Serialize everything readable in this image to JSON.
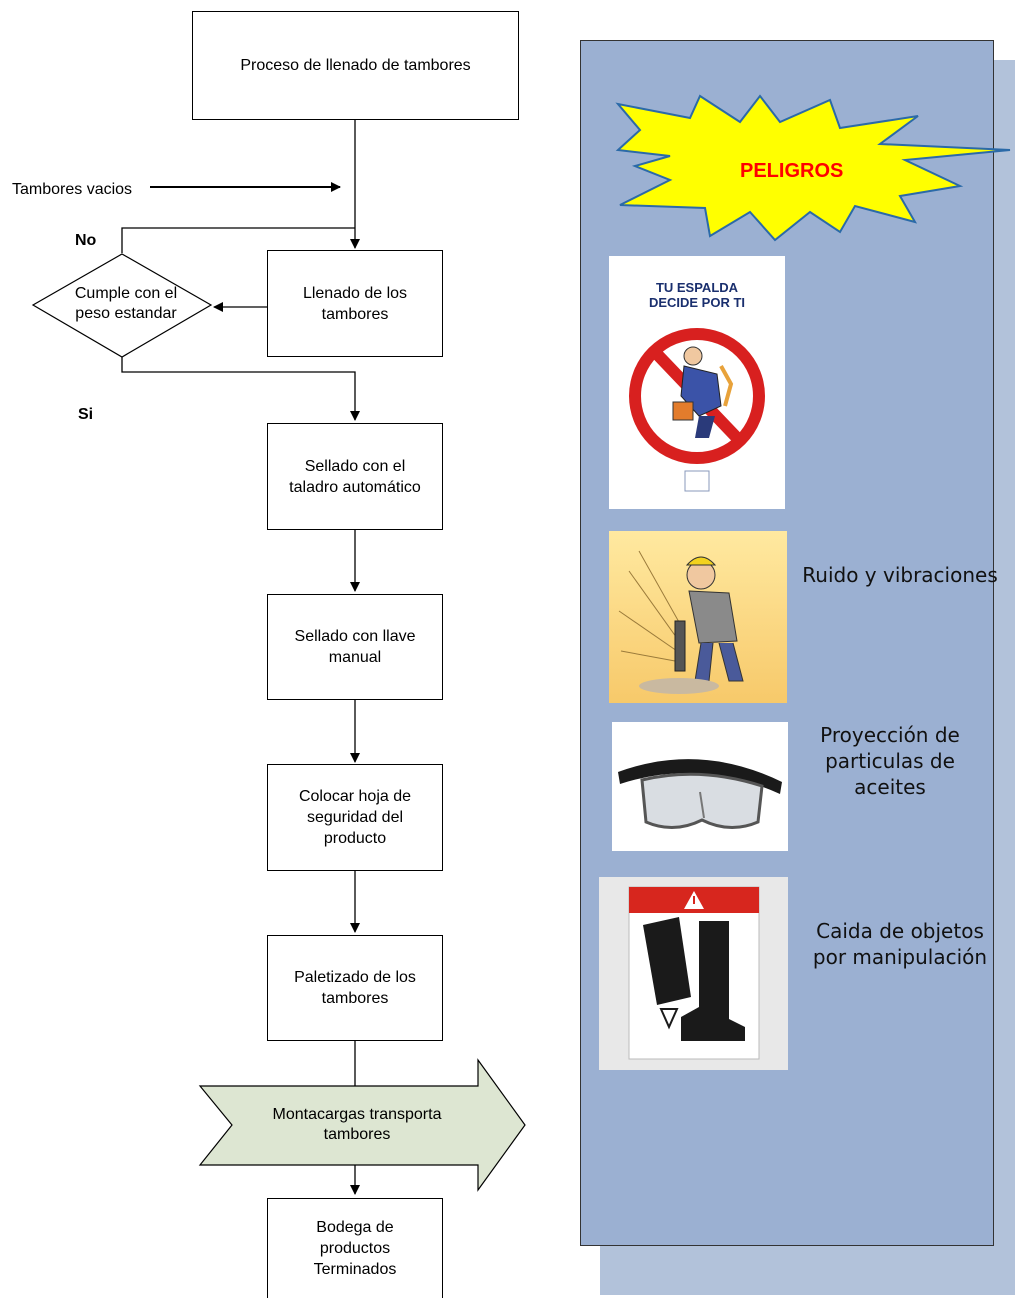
{
  "flow": {
    "start": "Proceso de llenado de tambores",
    "input_label": "Tambores vacios",
    "fill_step": "Llenado de los\ntambores",
    "decision": "Cumple con el\npeso estandar",
    "no_label": "No",
    "yes_label": "Si",
    "seal_drill": "Sellado con el\ntaladro automático",
    "seal_key": "Sellado con llave\nmanual",
    "safety_sheet": "Colocar hoja de\nseguridad del\nproducto",
    "palletize": "Paletizado de los\ntambores",
    "forklift": "Montacargas transporta\ntambores",
    "warehouse": "Bodega de\nproductos\nTerminados"
  },
  "hazards": {
    "title": "PELIGROS",
    "poster_text": "TU ESPALDA\nDECIDE POR TI",
    "items": [
      {
        "label": "Ruido y vibraciones"
      },
      {
        "label": "Proyección de\nparticulas de\naceites"
      },
      {
        "label": "Caida de objetos\npor manipulación"
      }
    ]
  },
  "colors": {
    "panel": "#9bb0d2",
    "burst": "#ffff00",
    "burst_text": "#ff0000",
    "arrow_fill": "#dde6d2"
  }
}
